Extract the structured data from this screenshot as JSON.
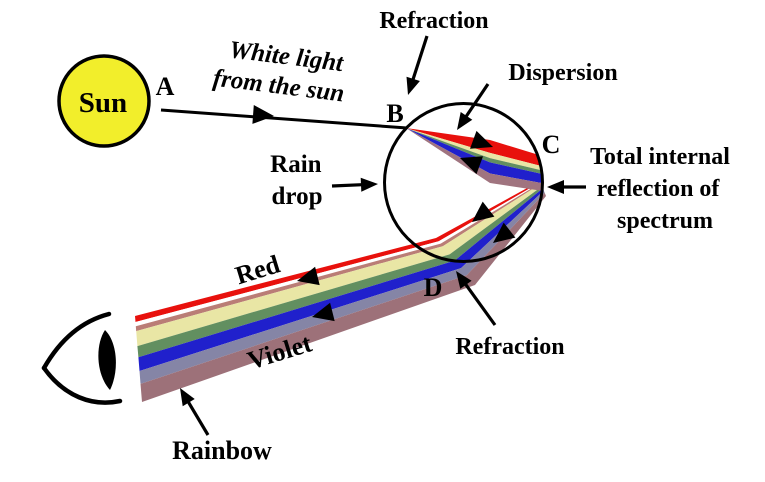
{
  "labels": {
    "sun": "Sun",
    "a": "A",
    "b": "B",
    "c": "C",
    "d": "D",
    "white_light_1": "White light",
    "white_light_2": "from the sun",
    "refraction_top": "Refraction",
    "dispersion": "Dispersion",
    "rain_1": "Rain",
    "rain_2": "drop",
    "tir_1": "Total internal",
    "tir_2": "reflection of",
    "tir_3": "spectrum",
    "refraction_bottom": "Refraction",
    "red": "Red",
    "violet": "Violet",
    "rainbow": "Rainbow"
  },
  "colors": {
    "sun": "#f2ee2b",
    "outline": "#000000",
    "spectrum": {
      "red": "#e8110d",
      "white": "#ffffff",
      "rose": "#ba7d76",
      "cream": "#e9e6a5",
      "green": "#628f60",
      "blue": "#2020cc",
      "slate": "#8585a6",
      "mauve": "#9d7179",
      "mauve_upper": "#a0747f"
    }
  }
}
